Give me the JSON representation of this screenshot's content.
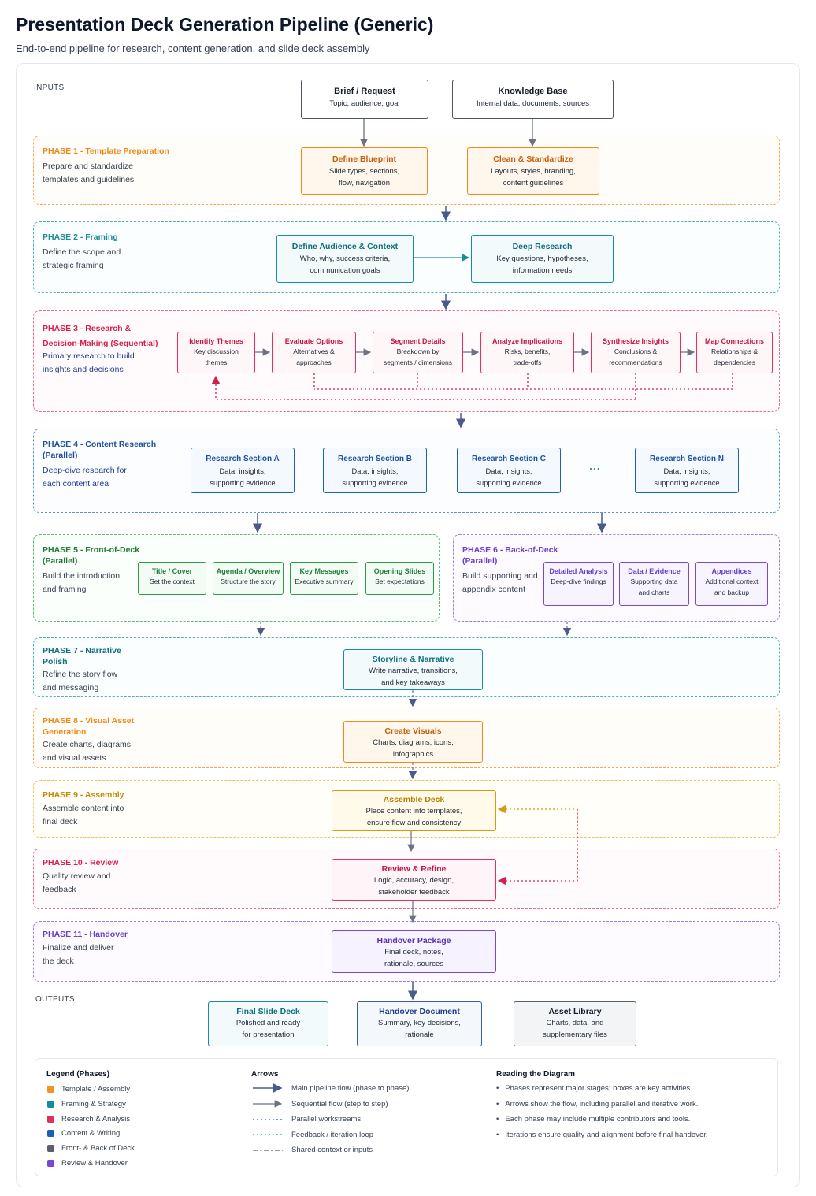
{
  "title": "Presentation Deck Generation Pipeline (Generic)",
  "subtitle": "End-to-end pipeline for research, content generation, and slide deck assembly",
  "inputs": {
    "label": "INPUTS",
    "brief": {
      "title": "Brief / Request",
      "desc": "Topic, audience, goal"
    },
    "kb": {
      "title": "Knowledge Base",
      "desc": "Internal data, documents, sources"
    }
  },
  "phase1": {
    "title": "PHASE 1 - Template Preparation",
    "desc": [
      "Prepare and standardize",
      "templates and guidelines"
    ],
    "boxes": [
      {
        "title": "Define Blueprint",
        "desc": [
          "Slide types, sections,",
          "flow, navigation"
        ]
      },
      {
        "title": "Clean & Standardize",
        "desc": [
          "Layouts, styles, branding,",
          "content guidelines"
        ]
      }
    ]
  },
  "phase2": {
    "title": "PHASE 2 - Framing",
    "desc": [
      "Define the scope and",
      "strategic framing"
    ],
    "boxes": [
      {
        "title": "Define Audience & Context",
        "desc": [
          "Who, why, success criteria,",
          "communication goals"
        ]
      },
      {
        "title": "Deep Research",
        "desc": [
          "Key questions, hypotheses,",
          "information needs"
        ]
      }
    ]
  },
  "phase3": {
    "title": [
      "PHASE 3 - Research &",
      "Decision-Making (Sequential)"
    ],
    "desc": [
      "Primary research to build",
      "insights and decisions"
    ],
    "boxes": [
      {
        "title": "Identify Themes",
        "desc": [
          "Key discussion",
          "themes"
        ]
      },
      {
        "title": "Evaluate Options",
        "desc": [
          "Alternatives &",
          "approaches"
        ]
      },
      {
        "title": "Segment Details",
        "desc": [
          "Breakdown by",
          "segments / dimensions"
        ]
      },
      {
        "title": "Analyze Implications",
        "desc": [
          "Risks, benefits,",
          "trade-offs"
        ]
      },
      {
        "title": "Synthesize Insights",
        "desc": [
          "Conclusions &",
          "recommendations"
        ]
      },
      {
        "title": "Map Connections",
        "desc": [
          "Relationships &",
          "dependencies"
        ]
      }
    ]
  },
  "phase4": {
    "title": [
      "PHASE 4 - Content Research",
      "(Parallel)"
    ],
    "desc": [
      "Deep-dive research for",
      "each content area"
    ],
    "ellipsis": "...",
    "boxes": [
      {
        "title": "Research Section A",
        "desc": [
          "Data, insights,",
          "supporting evidence"
        ]
      },
      {
        "title": "Research Section B",
        "desc": [
          "Data, insights,",
          "supporting evidence"
        ]
      },
      {
        "title": "Research Section C",
        "desc": [
          "Data, insights,",
          "supporting evidence"
        ]
      },
      {
        "title": "Research Section N",
        "desc": [
          "Data, insights,",
          "supporting evidence"
        ]
      }
    ]
  },
  "phase5": {
    "title": [
      "PHASE 5 - Front-of-Deck",
      "(Parallel)"
    ],
    "desc": [
      "Build the introduction",
      "and framing"
    ],
    "boxes": [
      {
        "title": "Title / Cover",
        "desc": [
          "Set the context"
        ]
      },
      {
        "title": "Agenda / Overview",
        "desc": [
          "Structure the story"
        ]
      },
      {
        "title": "Key Messages",
        "desc": [
          "Executive summary"
        ]
      },
      {
        "title": "Opening Slides",
        "desc": [
          "Set expectations"
        ]
      }
    ]
  },
  "phase6": {
    "title": [
      "PHASE 6 - Back-of-Deck",
      "(Parallel)"
    ],
    "desc": [
      "Build supporting and",
      "appendix content"
    ],
    "boxes": [
      {
        "title": "Detailed Analysis",
        "desc": [
          "Deep-dive findings"
        ]
      },
      {
        "title": "Data / Evidence",
        "desc": [
          "Supporting data",
          "and charts"
        ]
      },
      {
        "title": "Appendices",
        "desc": [
          "Additional context",
          "and backup"
        ]
      }
    ]
  },
  "phase7": {
    "title": [
      "PHASE 7 - Narrative",
      "Polish"
    ],
    "desc": [
      "Refine the story flow",
      "and messaging"
    ],
    "box": {
      "title": "Storyline & Narrative",
      "desc": [
        "Write narrative, transitions,",
        "and key takeaways"
      ]
    }
  },
  "phase8": {
    "title": [
      "PHASE 8 - Visual Asset",
      "Generation"
    ],
    "desc": [
      "Create charts, diagrams,",
      "and visual assets"
    ],
    "box": {
      "title": "Create Visuals",
      "desc": [
        "Charts, diagrams, icons,",
        "infographics"
      ]
    }
  },
  "phase9": {
    "title": [
      "PHASE 9 - Assembly"
    ],
    "desc": [
      "Assemble content into",
      "final deck"
    ],
    "box": {
      "title": "Assemble Deck",
      "desc": [
        "Place content into templates,",
        "ensure flow and consistency"
      ]
    }
  },
  "phase10": {
    "title": [
      "PHASE 10 - Review"
    ],
    "desc": [
      "Quality review and",
      "feedback"
    ],
    "box": {
      "title": "Review & Refine",
      "desc": [
        "Logic, accuracy, design,",
        "stakeholder feedback"
      ]
    }
  },
  "phase11": {
    "title": [
      "PHASE 11 - Handover"
    ],
    "desc": [
      "Finalize and deliver",
      "the deck"
    ],
    "box": {
      "title": "Handover Package",
      "desc": [
        "Final deck, notes,",
        "rationale, sources"
      ]
    }
  },
  "outputs": {
    "label": "OUTPUTS",
    "boxes": [
      {
        "title": "Final Slide Deck",
        "desc": [
          "Polished and ready",
          "for presentation"
        ]
      },
      {
        "title": "Handover Document",
        "desc": [
          "Summary, key decisions,",
          "rationale"
        ]
      },
      {
        "title": "Asset Library",
        "desc": [
          "Charts, data, and",
          "supplementary files"
        ]
      }
    ]
  },
  "legend": {
    "phases_title": "Legend (Phases)",
    "phases": [
      {
        "label": "Template / Assembly",
        "color": "#f0932b"
      },
      {
        "label": "Framing & Strategy",
        "color": "#168b99"
      },
      {
        "label": "Research & Analysis",
        "color": "#e0305f"
      },
      {
        "label": "Content & Writing",
        "color": "#1f5fb5"
      },
      {
        "label": "Front- & Back of Deck",
        "color": "#5b5f6b"
      },
      {
        "label": "Review & Handover",
        "color": "#7a46d6"
      }
    ],
    "arrows_title": "Arrows",
    "arrows": [
      "Main pipeline flow (phase to phase)",
      "Sequential flow (step to step)",
      "Parallel workstreams",
      "Feedback / iteration loop",
      "Shared context or inputs"
    ],
    "reading_title": "Reading the Diagram",
    "reading": [
      "Phases represent major stages; boxes are key activities.",
      "Arrows show the flow, including parallel and iterative work.",
      "Each phase may include multiple contributors and tools.",
      "Iterations ensure quality and alignment before final handover."
    ]
  },
  "colors": {
    "orange": "#ef8a17",
    "teal": "#1b8a9b",
    "red": "#e0305f",
    "blue": "#1f5fb5",
    "green": "#2e9a4a",
    "purple": "#7a46d6",
    "gold": "#d89a10",
    "crimson": "#d61f4f",
    "violet": "#6b3fc6",
    "navy": "#3b5b9a",
    "gray": "#556070"
  }
}
